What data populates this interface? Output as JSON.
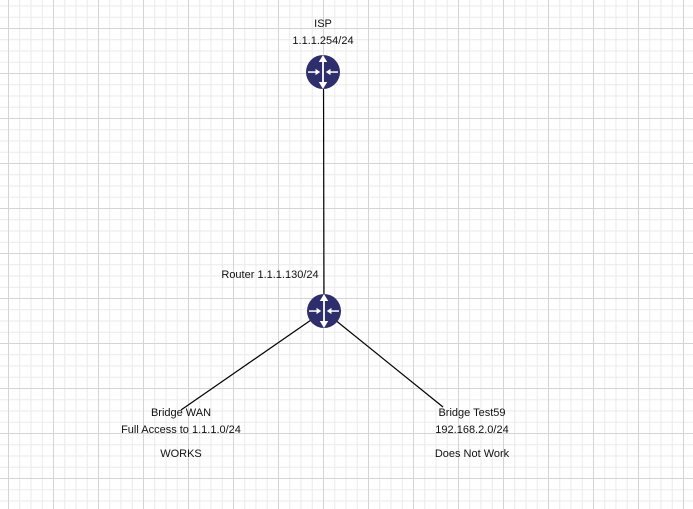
{
  "canvas": {
    "background_color": "#ffffff",
    "grid_minor_color": "#eaeaea",
    "grid_major_color": "#d4d4d4"
  },
  "palette": {
    "node_fill": "#2e2e6d",
    "node_arrow_color": "#ffffff",
    "link_color": "#000000",
    "text_color": "#111111"
  },
  "nodes": {
    "isp": {
      "icon": "router-icon",
      "name": "ISP",
      "address": "1.1.1.254/24"
    },
    "router": {
      "icon": "router-icon",
      "label": "Router 1.1.1.130/24"
    },
    "bridge_wan": {
      "name": "Bridge WAN",
      "detail": "Full Access to 1.1.1.0/24",
      "status": "WORKS"
    },
    "bridge_test59": {
      "name": "Bridge Test59",
      "detail": "192.168.2.0/24",
      "status": "Does Not Work"
    }
  },
  "links": [
    {
      "from": "isp",
      "to": "router"
    },
    {
      "from": "router",
      "to": "bridge_wan"
    },
    {
      "from": "router",
      "to": "bridge_test59"
    }
  ]
}
